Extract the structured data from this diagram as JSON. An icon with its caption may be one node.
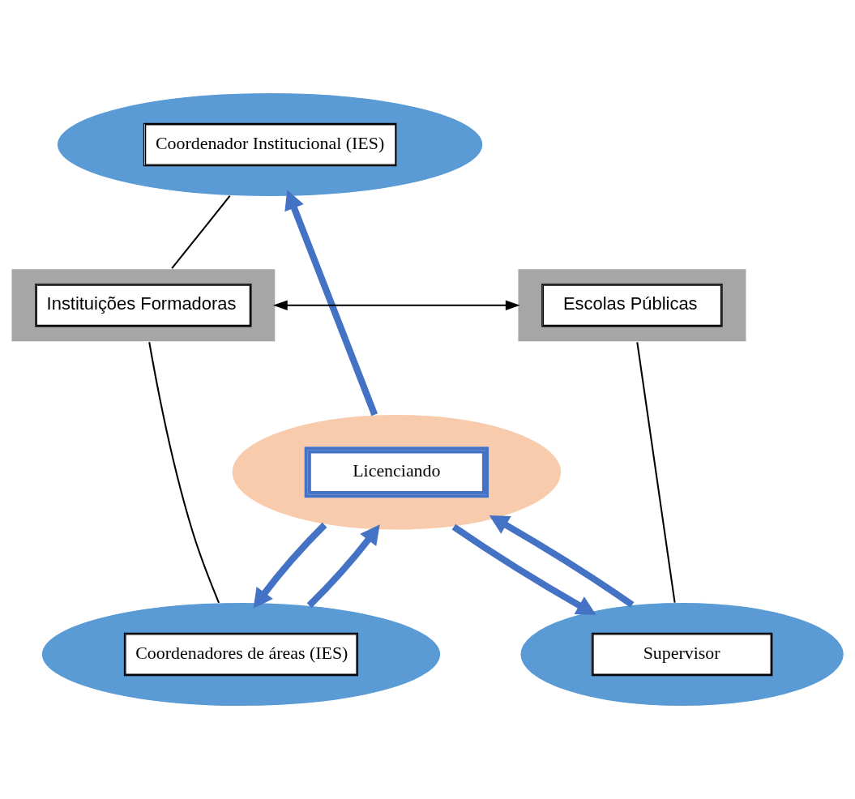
{
  "diagram": {
    "nodes": [
      {
        "text": [
          "Coordenador Institucional (IES)"
        ]
      },
      {
        "text": [
          "Instituições Formadoras"
        ]
      },
      {
        "text": [
          "Escolas Públicas"
        ]
      },
      {
        "text": [
          "Licenciando"
        ]
      },
      {
        "text": [
          "Coordenadores de áreas (IES)"
        ]
      },
      {
        "text": [
          "Supervisor"
        ]
      }
    ],
    "edges": [
      {
        "from": 0,
        "to": 1,
        "arrow": "none",
        "color": "#000000"
      },
      {
        "from": 1,
        "to": 2,
        "arrow": "both",
        "color": "#000000"
      },
      {
        "from": 1,
        "to": 4,
        "arrow": "none",
        "color": "#000000"
      },
      {
        "from": 2,
        "to": 5,
        "arrow": "none",
        "color": "#000000"
      },
      {
        "from": 3,
        "to": 0,
        "arrow": "to"
      },
      {
        "from": 3,
        "to": 4,
        "arrow": "to"
      },
      {
        "from": 4,
        "to": 3,
        "arrow": "to"
      },
      {
        "from": 5,
        "to": 3,
        "arrow": "to"
      },
      {
        "from": 3,
        "to": 5,
        "arrow": "to"
      }
    ]
  }
}
